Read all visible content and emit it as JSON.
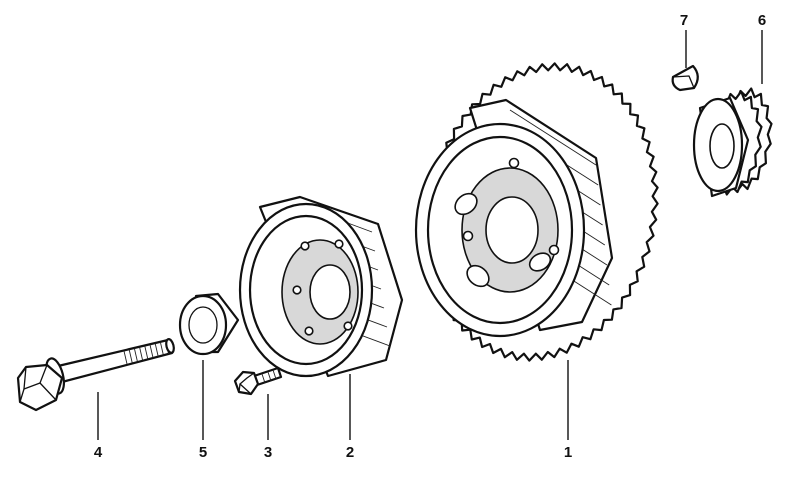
{
  "diagram": {
    "parts": [
      {
        "id": "part-1",
        "callout": "1"
      },
      {
        "id": "part-2",
        "callout": "2"
      },
      {
        "id": "part-3",
        "callout": "3"
      },
      {
        "id": "part-4",
        "callout": "4"
      },
      {
        "id": "part-5",
        "callout": "5"
      },
      {
        "id": "part-6",
        "callout": "6"
      },
      {
        "id": "part-7",
        "callout": "7"
      }
    ]
  }
}
